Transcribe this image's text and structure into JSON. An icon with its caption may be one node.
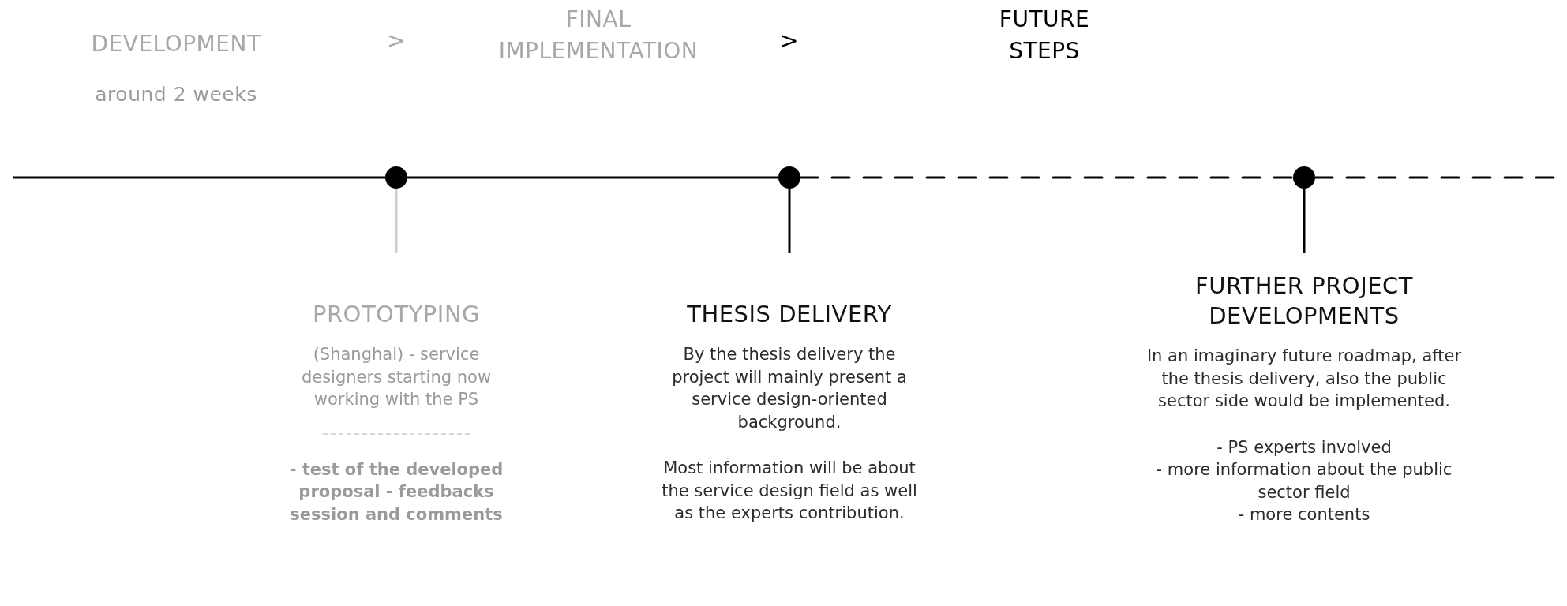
{
  "diagram": {
    "nodes": [
      {
        "text": [],
        "shape": "circle"
      },
      {
        "text": [],
        "shape": "circle"
      },
      {
        "text": [],
        "shape": "circle"
      },
      {
        "text": [
          "PROTOTYPING",
          "(Shanghai) - service designers starting now working with the PS",
          "- test of the developed proposal - feedbacks session and comments"
        ]
      },
      {
        "text": [
          "THESIS DELIVERY",
          "By the thesis delivery the project will mainly present a service design-oriented background.",
          "Most information will be about the service design field as well as the experts contribution."
        ]
      },
      {
        "text": [
          "FURTHER PROJECT DEVELOPMENTS",
          "In an imaginary future roadmap, after the thesis delivery, also the public sector side would be implemented.",
          "- PS experts involved",
          "- more information about the public sector field",
          "- more contents"
        ]
      }
    ],
    "edges": [
      {
        "from": null,
        "to": 0,
        "arrow": "none"
      },
      {
        "from": 0,
        "to": 1,
        "arrow": "none"
      },
      {
        "from": 1,
        "to": 2,
        "arrow": "none",
        "style": "dashed"
      },
      {
        "from": 2,
        "to": null,
        "arrow": "none",
        "style": "dashed"
      },
      {
        "from": 0,
        "to": 3,
        "arrow": "none",
        "color": "#cccccc"
      },
      {
        "from": 1,
        "to": 4,
        "arrow": "none"
      },
      {
        "from": 2,
        "to": 5,
        "arrow": "none"
      }
    ],
    "labels": [
      "FINAL IMPLEMENTATION",
      "FUTURE STEPS",
      "DEVELOPMENT",
      ">",
      ">",
      "around 2 weeks"
    ]
  }
}
